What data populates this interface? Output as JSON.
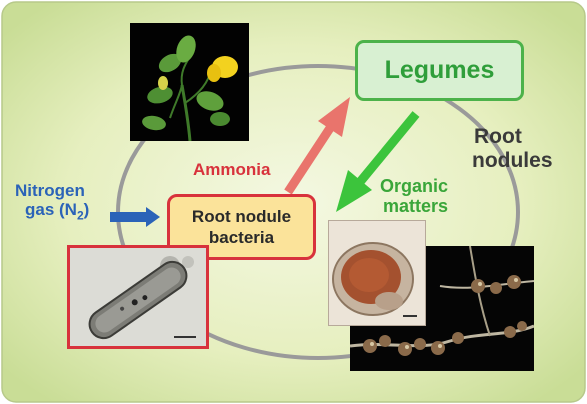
{
  "labels": {
    "legumes": "Legumes",
    "root_nodule_bacteria_line1": "Root nodule",
    "root_nodule_bacteria_line2": "bacteria",
    "ammonia": "Ammonia",
    "organic_matters_line1": "Organic",
    "organic_matters_line2": "matters",
    "root_nodules_line1": "Root",
    "root_nodules_line2": "nodules",
    "nitrogen_gas_line1": "Nitrogen",
    "nitrogen_gas_prefix": "gas (N",
    "nitrogen_gas_subscript": "2",
    "nitrogen_gas_suffix": ")"
  },
  "colors": {
    "background_center": "#f4f8e2",
    "background_edge": "#c9dd96",
    "cycle_ring": "#9a9a9a",
    "legumes_box_fill": "#d8f0d2",
    "legumes_box_border": "#4cb24a",
    "legumes_text": "#2f9e3a",
    "bacteria_box_fill": "#fbe39a",
    "bacteria_box_border": "#d8323c",
    "bacteria_text": "#2a2a2a",
    "ammonia_text": "#d8323c",
    "ammonia_arrow": "#e9746c",
    "organic_text": "#3aa63a",
    "organic_arrow": "#3cc43c",
    "root_nodules_text": "#3a3a3a",
    "nitrogen_text": "#2b63b8",
    "nitrogen_arrow": "#2b63b8"
  },
  "icons": {
    "legume_plant_photo": "legume-flower-photo",
    "bacterium_photo": "bacterium-micrograph",
    "nodule_section_photo": "nodule-cross-section",
    "root_nodules_photo": "root-nodules-photo"
  }
}
